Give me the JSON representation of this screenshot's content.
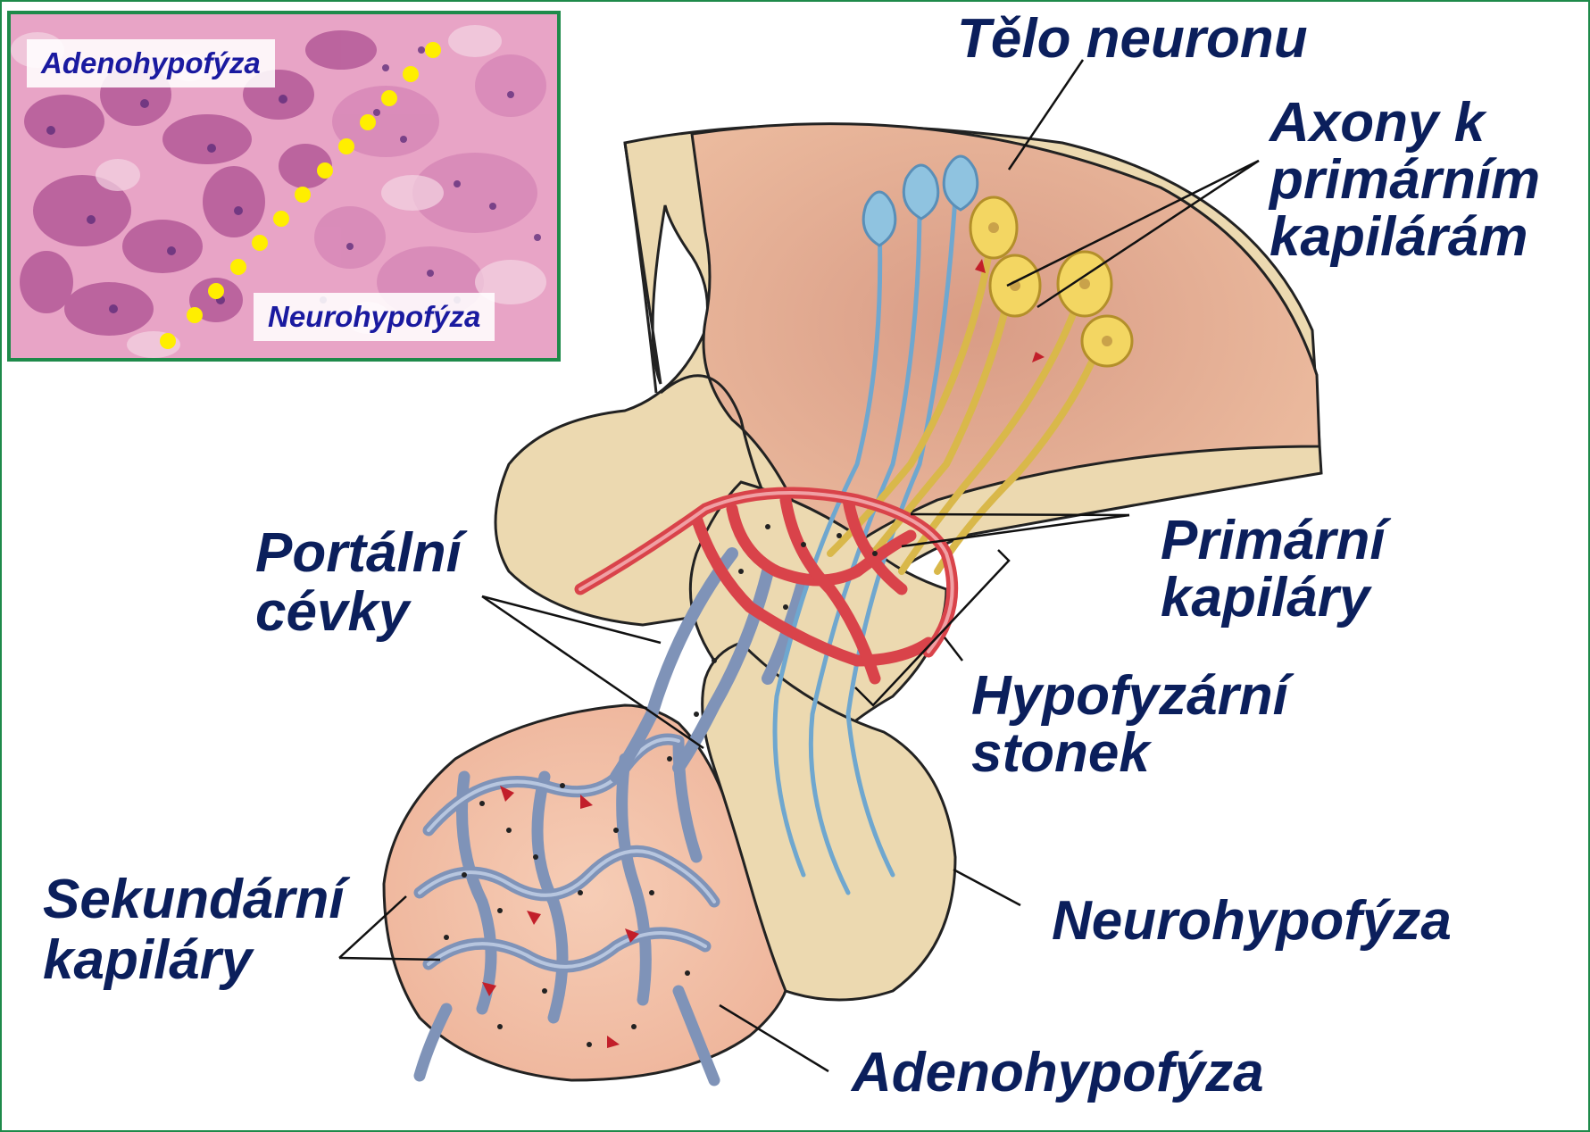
{
  "labels": {
    "telo_neuronu": "Tělo neuronu",
    "axony_line1": "Axony k",
    "axony_line2": "primárním",
    "axony_line3": "kapilárám",
    "primarni_line1": "Primární",
    "primarni_line2": "kapiláry",
    "portalni_line1": "Portální",
    "portalni_line2": "cévky",
    "hypofyzarni_line1": "Hypofyzární",
    "hypofyzarni_line2": "stonek",
    "sekundarni_line1": "Sekundární",
    "sekundarni_line2": "kapiláry",
    "neurohypofyza": "Neurohypofýza",
    "adenohypofyza": "Adenohypofýza"
  },
  "inset": {
    "label_top": "Adenohypofýza",
    "label_bottom": "Neurohypofýza"
  },
  "colors": {
    "frame": "#1e8a4a",
    "label_text": "#0b1f5c",
    "inset_label_text": "#1a1aa0",
    "tissue_beige": "#ecd9b0",
    "tissue_pink": "#eab39c",
    "artery_red": "#d9434a",
    "vein_blue": "#7f93b8",
    "neuron_yellow": "#f3d662",
    "neuron_blue": "#8fc3e0",
    "dotted_boundary": "#ffee00"
  }
}
